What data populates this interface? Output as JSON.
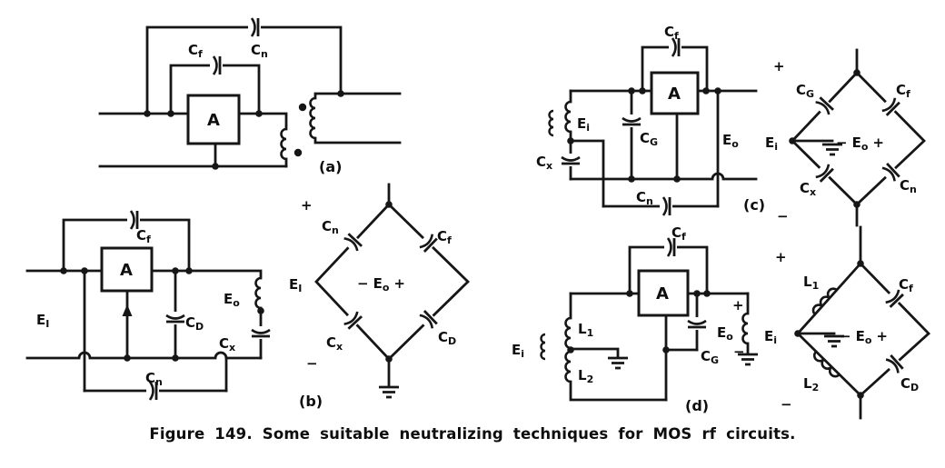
{
  "caption": "Figure 149.  Some suitable neutralizing techniques for MOS rf circuits.",
  "panels": {
    "a": {
      "tag": "(a)",
      "amp": "A",
      "cf": [
        "C",
        "f"
      ],
      "cn": [
        "C",
        "n"
      ]
    },
    "b": {
      "tag": "(b)",
      "amp": "A",
      "ei": [
        "E",
        "I"
      ],
      "eo": [
        "E",
        "o"
      ],
      "cf": [
        "C",
        "f"
      ],
      "cd": [
        "C",
        "D"
      ],
      "cx": [
        "C",
        "x"
      ],
      "cn": [
        "C",
        "n"
      ],
      "bridge": {
        "plus": "+",
        "minus": "−",
        "input": [
          "E",
          "I"
        ],
        "arm_ul": [
          "C",
          "n"
        ],
        "arm_ur": [
          "C",
          "f"
        ],
        "arm_ll": [
          "C",
          "x"
        ],
        "arm_lr": [
          "C",
          "D"
        ],
        "center": [
          "−",
          "E",
          "o",
          "+"
        ]
      }
    },
    "c": {
      "tag": "(c)",
      "amp": "A",
      "ei": [
        "E",
        "i"
      ],
      "eo": [
        "E",
        "o"
      ],
      "cf": [
        "C",
        "f"
      ],
      "cg": [
        "C",
        "G"
      ],
      "cx": [
        "C",
        "x"
      ],
      "cn": [
        "C",
        "n"
      ],
      "bridge": {
        "plus": "+",
        "minus": "−",
        "input": [
          "E",
          "i"
        ],
        "arm_ul": [
          "C",
          "G"
        ],
        "arm_ur": [
          "C",
          "f"
        ],
        "arm_ll": [
          "C",
          "x"
        ],
        "arm_lr": [
          "C",
          "n"
        ],
        "center": [
          "−",
          "E",
          "o",
          "+"
        ]
      }
    },
    "d": {
      "tag": "(d)",
      "amp": "A",
      "ei": [
        "E",
        "i"
      ],
      "eo": [
        "E",
        "o"
      ],
      "eo_plus": "+",
      "eo_minus": "−",
      "cf": [
        "C",
        "f"
      ],
      "cg": [
        "C",
        "G"
      ],
      "l1": [
        "L",
        "1"
      ],
      "l2": [
        "L",
        "2"
      ],
      "bridge": {
        "plus": "+",
        "minus": "−",
        "input": [
          "E",
          "i"
        ],
        "arm_ul": [
          "L",
          "1"
        ],
        "arm_ur": [
          "C",
          "f"
        ],
        "arm_ll": [
          "L",
          "2"
        ],
        "arm_lr": [
          "C",
          "D"
        ],
        "center": [
          "−",
          "E",
          "o",
          "+"
        ]
      }
    }
  }
}
